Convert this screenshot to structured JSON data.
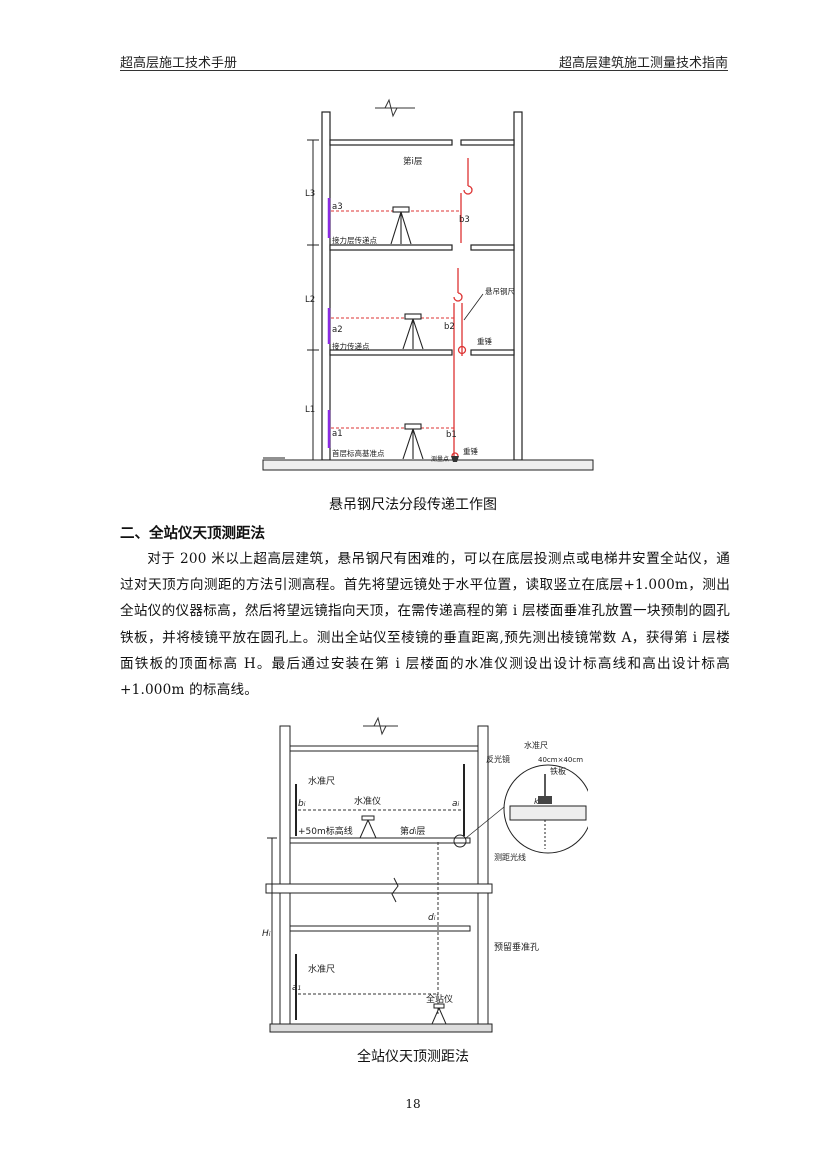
{
  "header": {
    "left": "超高层施工技术手册",
    "right": "超高层建筑施工测量技术指南"
  },
  "figure1": {
    "caption": "悬吊钢尺法分段传递工作图",
    "labels": {
      "floor": "第i层",
      "l3": "L3",
      "l2": "L2",
      "l1": "L1",
      "a3": "a3",
      "a2": "a2",
      "a1": "a1",
      "b3": "b3",
      "b2": "b2",
      "b1": "b1",
      "relay3": "接力层传递点",
      "relay2": "接力传递点",
      "base": "首层标高基准点",
      "tape": "悬吊钢尺",
      "weight2": "重锤",
      "weight1": "重锤",
      "small": "测量点"
    }
  },
  "section": {
    "title": "二、全站仪天顶测距法",
    "paragraph": "对于 200 米以上超高层建筑，悬吊钢尺有困难的，可以在底层投测点或电梯井安置全站仪，通过对天顶方向测距的方法引测高程。首先将望远镜处于水平位置，读取竖立在底层+1.000m，测出全站仪的仪器标高，然后将望远镜指向天顶，在需传递高程的第 i 层楼面垂准孔放置一块预制的圆孔铁板，并将棱镜平放在圆孔上。测出全站仪至棱镜的垂直距离,预先测出棱镜常数 A，获得第 i 层楼面铁板的顶面标高 H。最后通过安装在第 i 层楼面的水准仪测设出设计标高线和高出设计标高+1.000m 的标高线。"
  },
  "figure2": {
    "caption": "全站仪天顶测距法",
    "labels": {
      "staff_top": "水准尺",
      "level": "水准仪",
      "bi": "b",
      "bi_sub": "i",
      "ai": "a",
      "ai_sub": "i",
      "mark": "+50m标高线",
      "floor": "第",
      "floor_d": "d",
      "floor_i": "i",
      "floor_end": "层",
      "di": "d",
      "di_sub": "i",
      "hi": "H",
      "hi_sub": "i",
      "hole": "预留垂准孔",
      "staff_bottom": "水准尺",
      "a1": "a",
      "a1_sub": "1",
      "station": "全站仪",
      "inset_staff": "水准尺",
      "inset_prism": "反光镜",
      "inset_plate1": "40cm×40cm",
      "inset_plate2": "铁板",
      "inset_k": "k",
      "inset_ray": "测距光线"
    }
  },
  "page_number": "18"
}
